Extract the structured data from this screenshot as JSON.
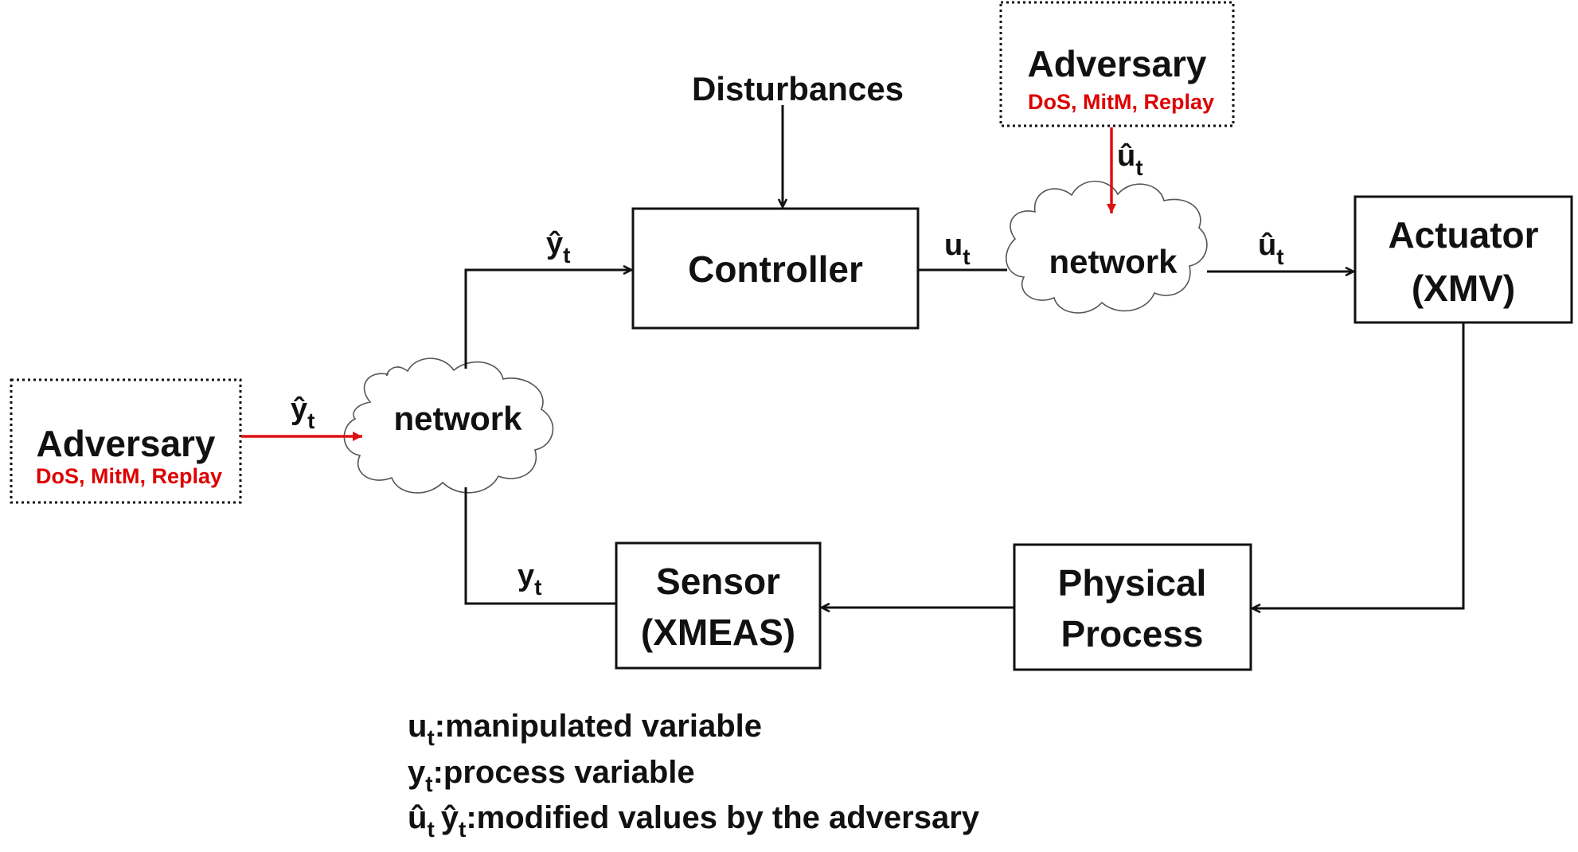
{
  "colors": {
    "line": "#111111",
    "adversary": "#dd1111",
    "attack_text": "#dd0000"
  },
  "blocks": {
    "controller": "Controller",
    "actuator_line1": "Actuator",
    "actuator_line2": "(XMV)",
    "physical_line1": "Physical",
    "physical_line2": "Process",
    "sensor_line1": "Sensor",
    "sensor_line2": "(XMEAS)"
  },
  "disturbances": "Disturbances",
  "network_clouds": {
    "upper": "network",
    "lower": "network"
  },
  "adversaries": {
    "top": {
      "title": "Adversary",
      "attacks": "DoS, MitM, Replay"
    },
    "left": {
      "title": "Adversary",
      "attacks": "DoS, MitM, Replay"
    }
  },
  "signals": {
    "u_base": "u",
    "u_hat_base": "û",
    "y_base": "y",
    "y_hat_base": "ŷ",
    "sub": "t"
  },
  "legend": {
    "line1_text": ":manipulated variable",
    "line2_text": ":process variable",
    "line3_text": ":modified values by the adversary"
  }
}
